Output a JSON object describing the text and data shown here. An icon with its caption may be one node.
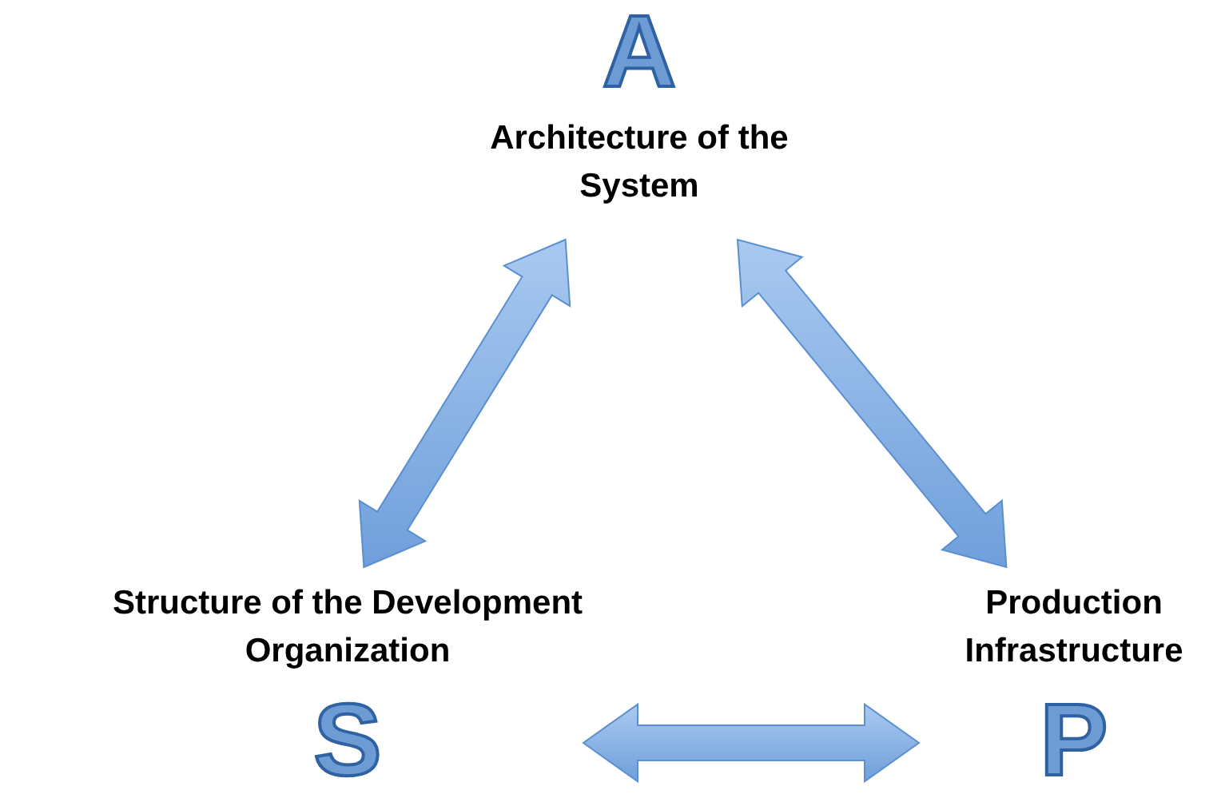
{
  "diagram": {
    "nodes": [
      {
        "text": [
          "A",
          "Architecture of the System"
        ]
      },
      {
        "text": [
          "Structure of the Development Organization",
          "S"
        ]
      },
      {
        "text": [
          "Production Infrastructure",
          "P"
        ]
      }
    ],
    "edges": [
      {
        "from": 0,
        "to": 1,
        "arrow": "both",
        "style": "thick"
      },
      {
        "from": 0,
        "to": 2,
        "arrow": "both",
        "style": "thick"
      },
      {
        "from": 1,
        "to": 2,
        "arrow": "both",
        "style": "thick"
      }
    ]
  }
}
